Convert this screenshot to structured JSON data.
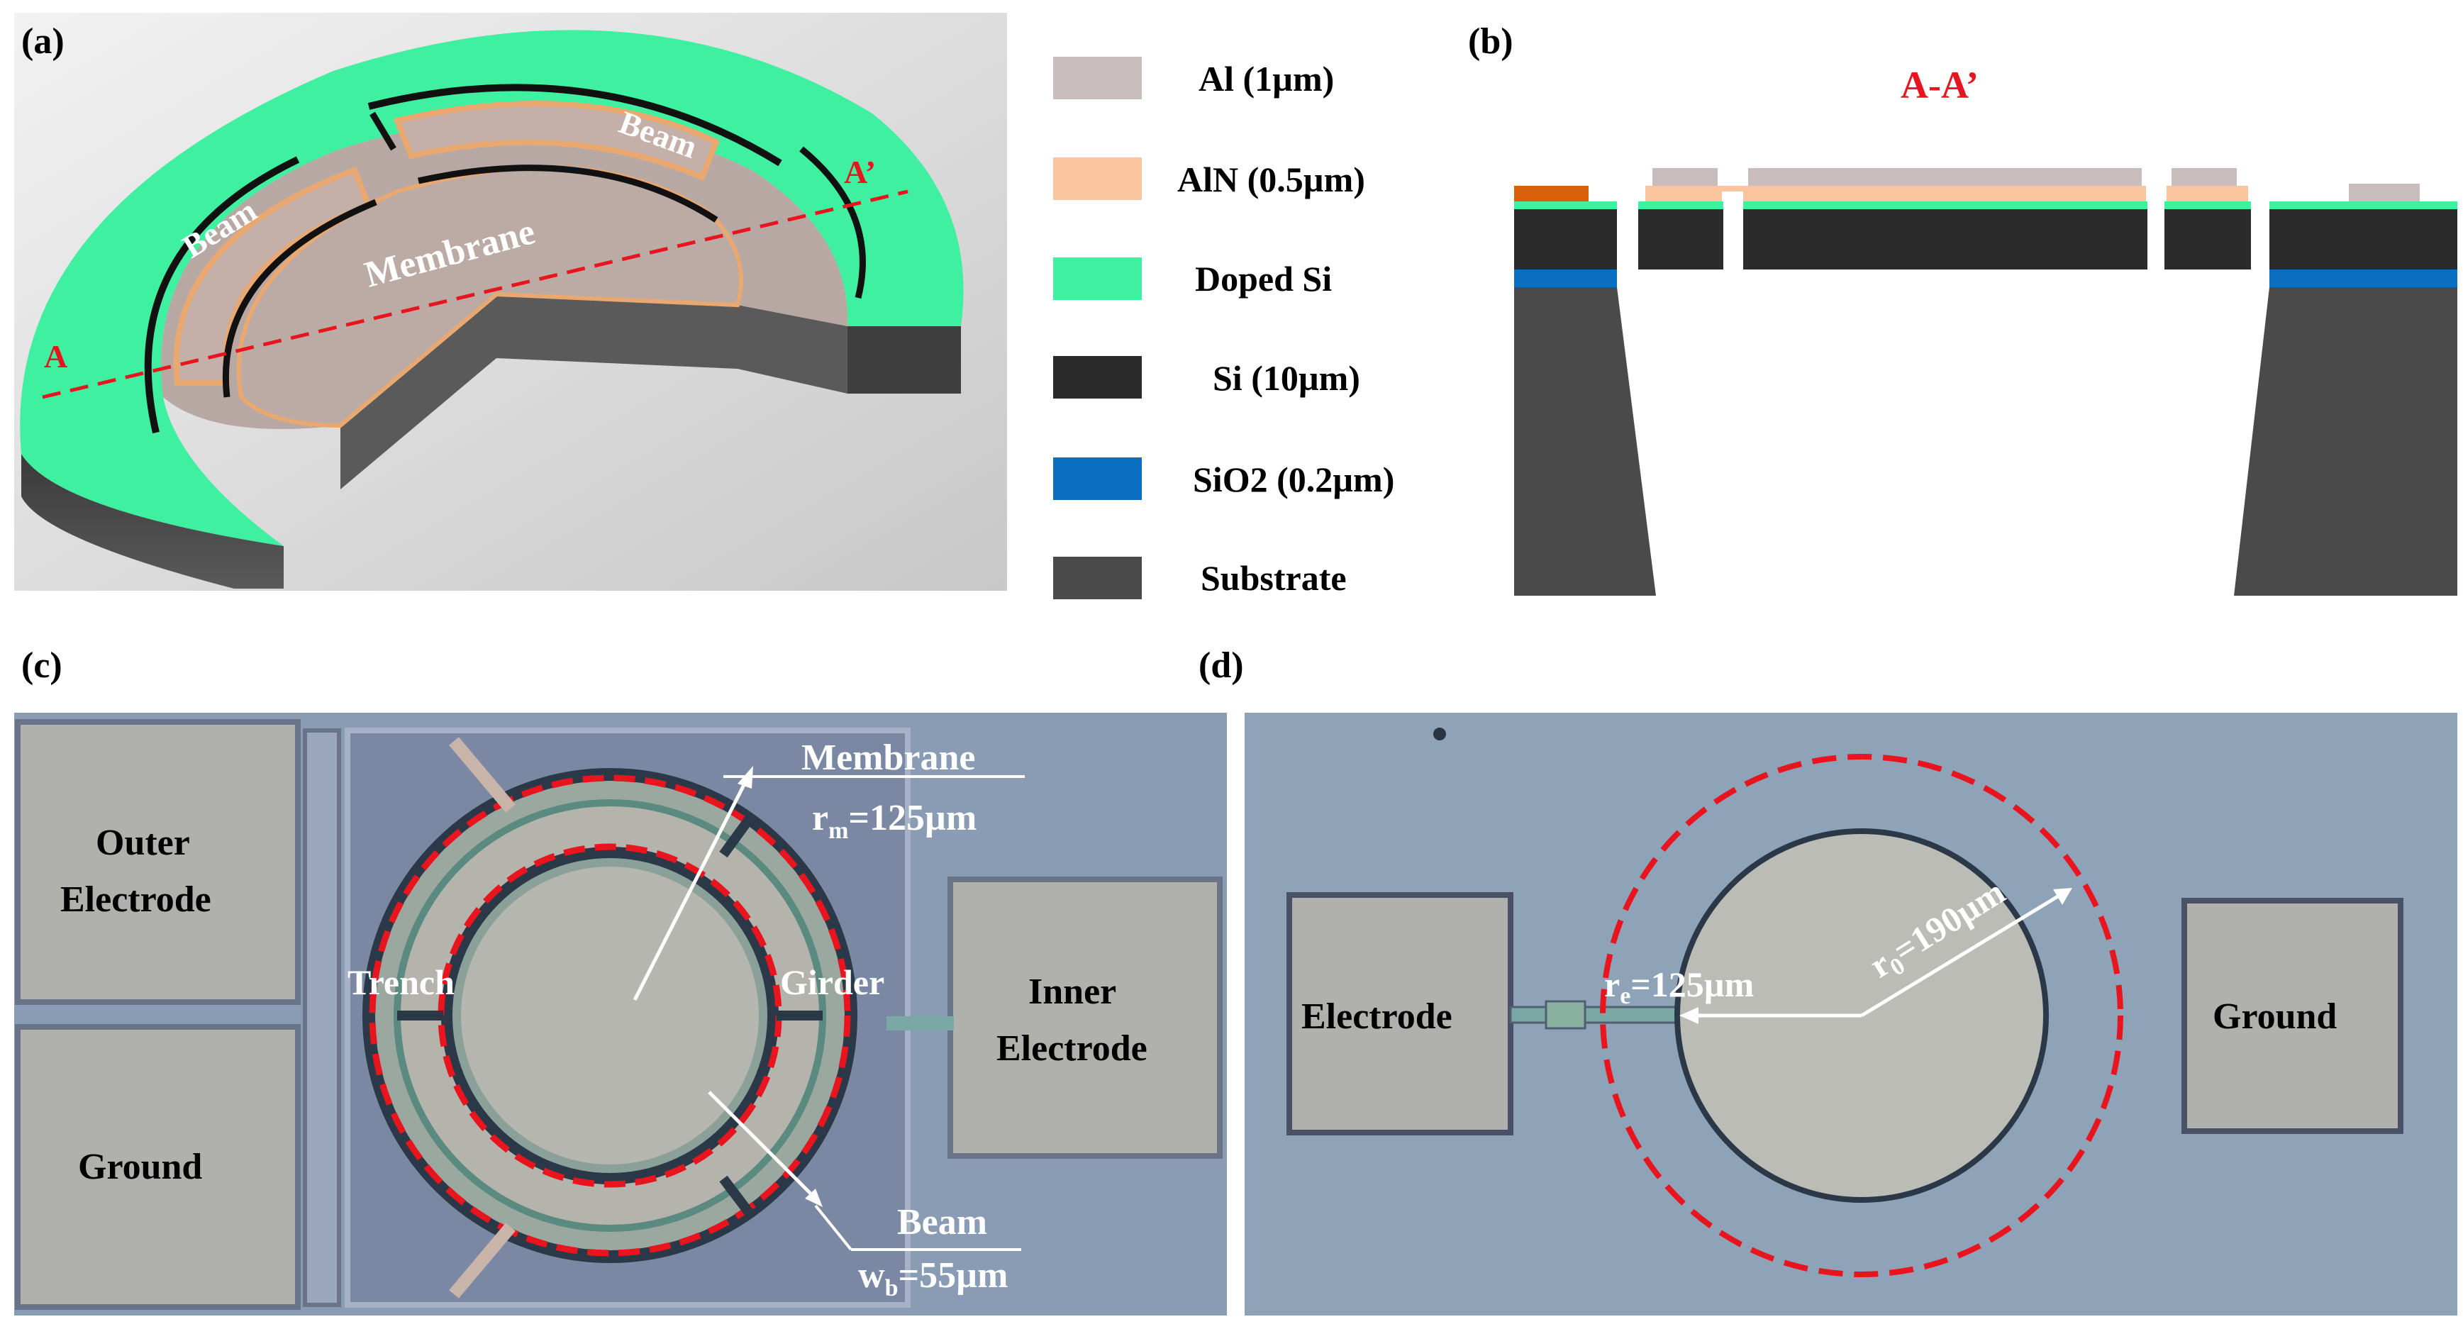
{
  "panels": {
    "a": {
      "label": "(a)",
      "beam_left": "Beam",
      "beam_right": "Beam",
      "membrane": "Membrane",
      "section_a": "A",
      "section_a_prime": "A’"
    },
    "b": {
      "label": "(b)",
      "section_title": "A-A’"
    },
    "c": {
      "label": "(c)",
      "outer_electrode_1": "Outer",
      "outer_electrode_2": "Electrode",
      "ground": "Ground",
      "trench": "Trench",
      "girder": "Girder",
      "inner_electrode_1": "Inner",
      "inner_electrode_2": "Electrode",
      "membrane": "Membrane",
      "r_m_sym": "r",
      "r_m_sub": "m",
      "r_m_val": "=125µm",
      "beam": "Beam",
      "w_b_sym": "w",
      "w_b_sub": "b",
      "w_b_val": "=55µm"
    },
    "d": {
      "label": "(d)",
      "electrode": "Electrode",
      "ground": "Ground",
      "r_e_sym": "r",
      "r_e_sub": "e",
      "r_e_val": "=125µm",
      "r_0_sym": "r",
      "r_0_sub": "0",
      "r_0_val": "=190µm"
    }
  },
  "legend": [
    {
      "label": "Al (1µm)",
      "color": "#c8bcbc"
    },
    {
      "label": "AlN (0.5µm)",
      "color": "#f9c49e"
    },
    {
      "label": "Doped Si",
      "color": "#3ef0a0"
    },
    {
      "label": "Si (10µm)",
      "color": "#2a2a2a"
    },
    {
      "label": "SiO2 (0.2µm)",
      "color": "#0a6fc0"
    },
    {
      "label": "Substrate",
      "color": "#4a4a4a"
    }
  ],
  "colors": {
    "al": "#c8bcbc",
    "aln": "#f9c49e",
    "doped_si": "#3ef0a0",
    "si": "#2a2a2a",
    "sio2": "#0a6fc0",
    "substrate": "#4a4a4a",
    "annotation_red": "#e8141e",
    "micrograph_bg": "#8a9bb4",
    "pad": "#b0b0ac"
  }
}
